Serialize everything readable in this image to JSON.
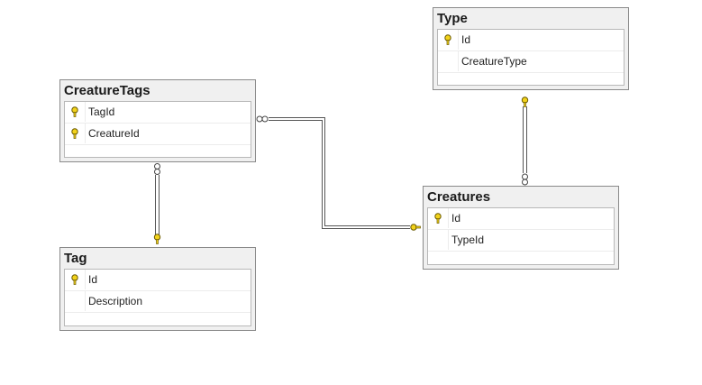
{
  "tables": {
    "creature_tags": {
      "title": "CreatureTags",
      "columns": [
        {
          "name": "TagId",
          "icon": "primary-key-icon"
        },
        {
          "name": "CreatureId",
          "icon": "primary-key-icon"
        }
      ]
    },
    "tag": {
      "title": "Tag",
      "columns": [
        {
          "name": "Id",
          "icon": "primary-key-icon"
        },
        {
          "name": "Description",
          "icon": null
        }
      ]
    },
    "type": {
      "title": "Type",
      "columns": [
        {
          "name": "Id",
          "icon": "primary-key-icon"
        },
        {
          "name": "CreatureType",
          "icon": null
        }
      ]
    },
    "creatures": {
      "title": "Creatures",
      "columns": [
        {
          "name": "Id",
          "icon": "primary-key-icon"
        },
        {
          "name": "TypeId",
          "icon": null
        }
      ]
    }
  },
  "relationships": [
    {
      "from": "CreatureTags",
      "to": "Tag",
      "from_end": "many-infinity-icon",
      "to_end": "one-key-icon"
    },
    {
      "from": "CreatureTags",
      "to": "Creatures",
      "from_end": "many-infinity-icon",
      "to_end": "one-key-icon"
    },
    {
      "from": "Creatures",
      "to": "Type",
      "from_end": "many-infinity-icon",
      "to_end": "one-key-icon"
    }
  ],
  "colors": {
    "key_fill": "#f2d21b",
    "key_stroke": "#6b5a00",
    "line": "#555555"
  }
}
